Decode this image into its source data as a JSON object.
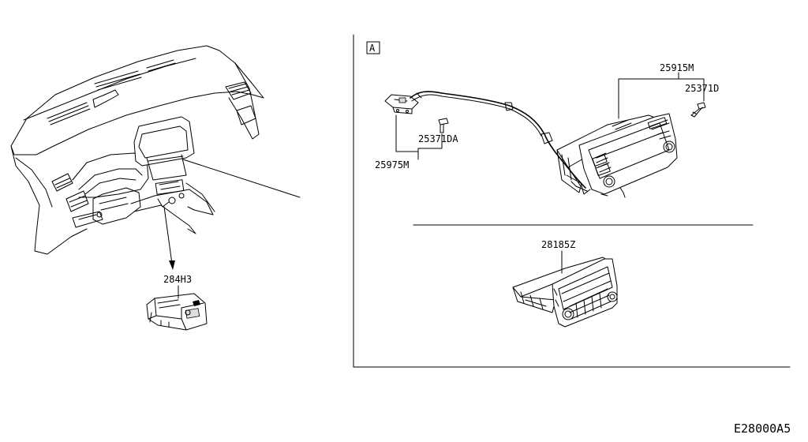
{
  "diagram": {
    "detail_marker": "A",
    "reference_code": "E28000A5",
    "part_labels": {
      "p284h3": "284H3",
      "p25915m": "25915M",
      "p25371d": "25371D",
      "p25371da": "25371DA",
      "p25975m": "25975M",
      "p28185z": "28185Z"
    }
  }
}
